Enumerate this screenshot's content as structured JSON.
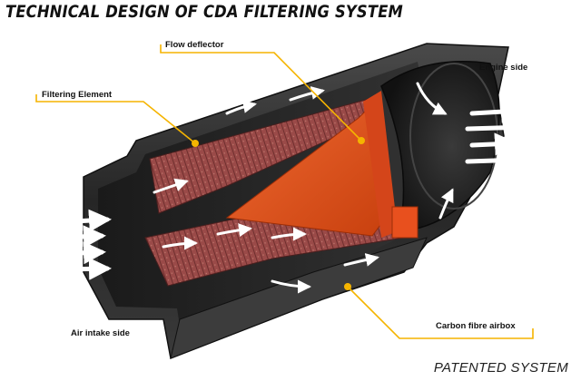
{
  "title": "TECHNICAL DESIGN OF CDA FILTERING SYSTEM",
  "labels": {
    "flow_deflector": "Flow deflector",
    "filtering_element": "Filtering Element",
    "engine_side": "Engine side",
    "air_intake_side": "Air intake side",
    "carbon_fibre_airbox": "Carbon fibre airbox"
  },
  "footer": "PATENTED SYSTEM",
  "colors": {
    "accent_leader": "#f5b400",
    "deflector": "#e8501e",
    "filter": "#9a4a48",
    "airbox": "#2b2b2b"
  }
}
